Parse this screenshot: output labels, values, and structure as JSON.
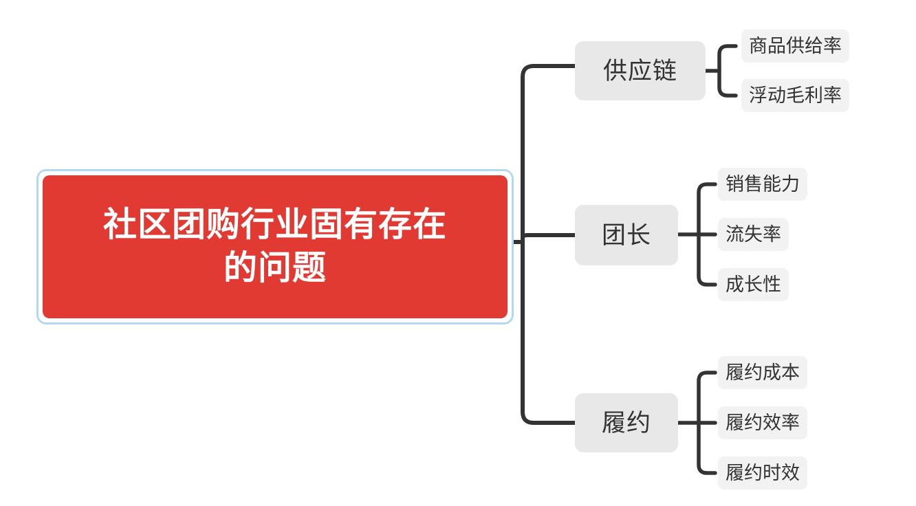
{
  "diagram": {
    "type": "mind-map",
    "background_color": "#ffffff",
    "root": {
      "label": "社区团购行业固有存在\n的问题",
      "fill_color": "#e03a33",
      "text_color": "#ffffff",
      "selection_ring_color": "#b3d9f2"
    },
    "branch_fill_color": "#e8e8e8",
    "leaf_fill_color": "#f2f2f2",
    "connector_color": "#333333",
    "branches": [
      {
        "label": "供应链",
        "children": [
          {
            "label": "商品供给率"
          },
          {
            "label": "浮动毛利率"
          }
        ]
      },
      {
        "label": "团长",
        "children": [
          {
            "label": "销售能力"
          },
          {
            "label": "流失率"
          },
          {
            "label": "成长性"
          }
        ]
      },
      {
        "label": "履约",
        "children": [
          {
            "label": "履约成本"
          },
          {
            "label": "履约效率"
          },
          {
            "label": "履约时效"
          }
        ]
      }
    ]
  }
}
